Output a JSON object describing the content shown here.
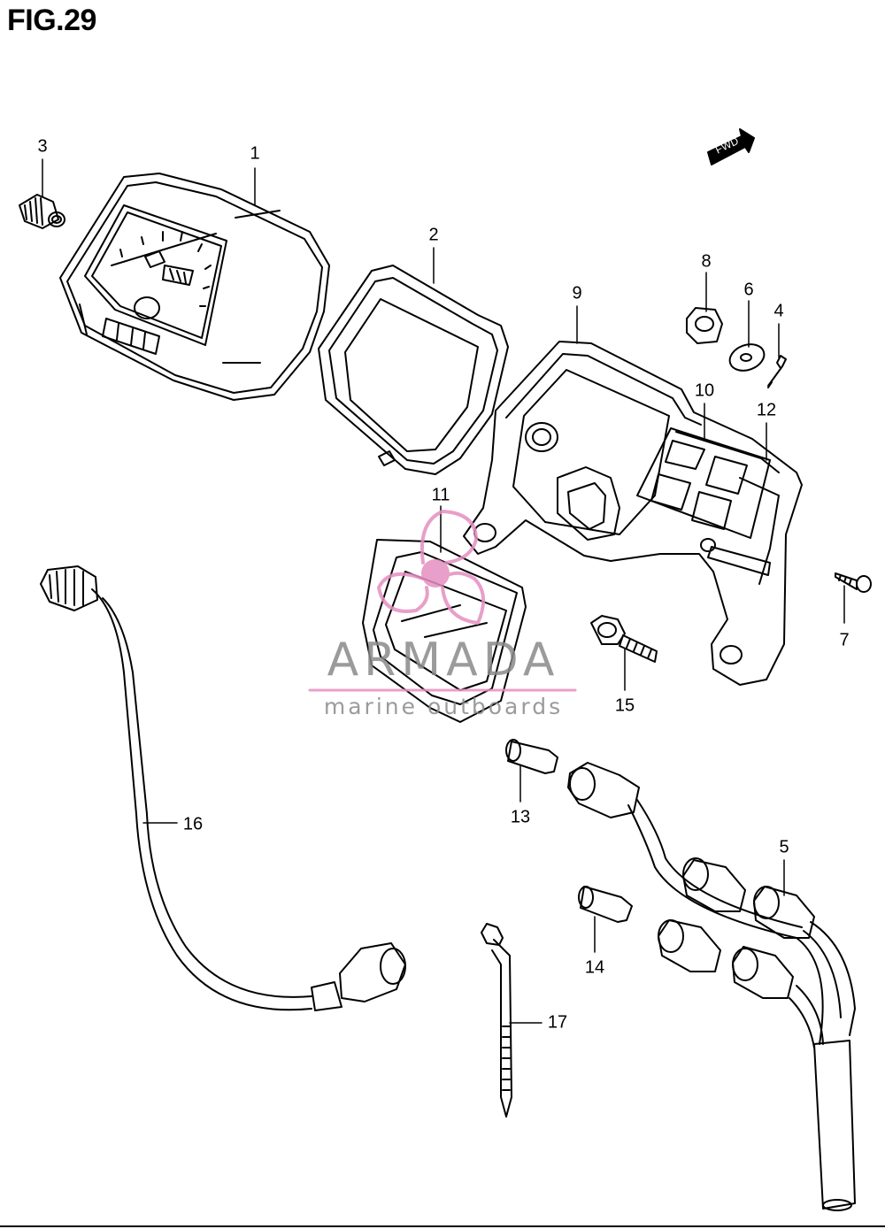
{
  "figure": {
    "title": "FIG.29"
  },
  "direction_badge": {
    "label": "FWD"
  },
  "watermark": {
    "brand": "ARMADA",
    "tagline": "marine outboards",
    "accent_color": "#e58fc0"
  },
  "callouts": [
    {
      "id": "1",
      "label": "1"
    },
    {
      "id": "2",
      "label": "2"
    },
    {
      "id": "3",
      "label": "3"
    },
    {
      "id": "4",
      "label": "4"
    },
    {
      "id": "5",
      "label": "5"
    },
    {
      "id": "6",
      "label": "6"
    },
    {
      "id": "7",
      "label": "7"
    },
    {
      "id": "8",
      "label": "8"
    },
    {
      "id": "9",
      "label": "9"
    },
    {
      "id": "10",
      "label": "10"
    },
    {
      "id": "11",
      "label": "11"
    },
    {
      "id": "12",
      "label": "12"
    },
    {
      "id": "13",
      "label": "13"
    },
    {
      "id": "14",
      "label": "14"
    },
    {
      "id": "15",
      "label": "15"
    },
    {
      "id": "16",
      "label": "16"
    },
    {
      "id": "17",
      "label": "17"
    }
  ]
}
